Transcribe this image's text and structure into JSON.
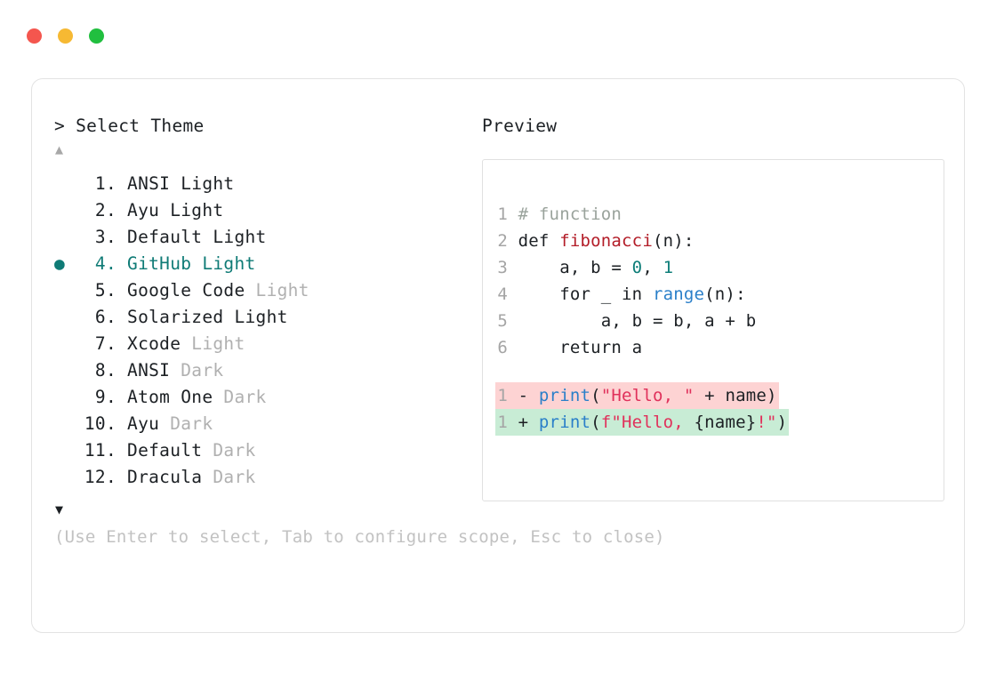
{
  "window": {
    "dots": [
      {
        "name": "close",
        "color": "#f4564e"
      },
      {
        "name": "minimize",
        "color": "#f6b933"
      },
      {
        "name": "maximize",
        "color": "#21bf3f"
      }
    ]
  },
  "accent_color": "#0f7b76",
  "left_panel": {
    "prompt": "> Select Theme",
    "scroll_up_arrow": "▲",
    "scroll_down_arrow": "▼",
    "selected_marker": "●",
    "selected_index": 4,
    "items": [
      {
        "index": " 1.",
        "name": "ANSI",
        "suffix": " Light",
        "suffix_dim": false,
        "selected": false
      },
      {
        "index": " 2.",
        "name": "Ayu",
        "suffix": " Light",
        "suffix_dim": false,
        "selected": false
      },
      {
        "index": " 3.",
        "name": "Default",
        "suffix": " Light",
        "suffix_dim": false,
        "selected": false
      },
      {
        "index": " 4.",
        "name": "GitHub",
        "suffix": " Light",
        "suffix_dim": false,
        "selected": true
      },
      {
        "index": " 5.",
        "name": "Google Code",
        "suffix": " Light",
        "suffix_dim": true,
        "selected": false
      },
      {
        "index": " 6.",
        "name": "Solarized",
        "suffix": " Light",
        "suffix_dim": false,
        "selected": false
      },
      {
        "index": " 7.",
        "name": "Xcode",
        "suffix": " Light",
        "suffix_dim": true,
        "selected": false
      },
      {
        "index": " 8.",
        "name": "ANSI",
        "suffix": " Dark",
        "suffix_dim": true,
        "selected": false
      },
      {
        "index": " 9.",
        "name": "Atom One",
        "suffix": " Dark",
        "suffix_dim": true,
        "selected": false
      },
      {
        "index": "10.",
        "name": "Ayu",
        "suffix": " Dark",
        "suffix_dim": true,
        "selected": false
      },
      {
        "index": "11.",
        "name": "Default",
        "suffix": " Dark",
        "suffix_dim": true,
        "selected": false
      },
      {
        "index": "12.",
        "name": "Dracula",
        "suffix": " Dark",
        "suffix_dim": true,
        "selected": false
      }
    ],
    "hint": "(Use Enter to select, Tab to configure scope, Esc to close)"
  },
  "right_panel": {
    "title": "Preview",
    "code_lines": [
      {
        "num": "1",
        "tokens": [
          {
            "t": "# function",
            "c": "tok-comment"
          }
        ]
      },
      {
        "num": "2",
        "tokens": [
          {
            "t": "def ",
            "c": "tok-kw"
          },
          {
            "t": "fibonacci",
            "c": "tok-fn"
          },
          {
            "t": "(n):",
            "c": "tok-punct"
          }
        ]
      },
      {
        "num": "3",
        "tokens": [
          {
            "t": "    a, b = ",
            "c": "tok-kw"
          },
          {
            "t": "0",
            "c": "tok-num"
          },
          {
            "t": ", ",
            "c": "tok-punct"
          },
          {
            "t": "1",
            "c": "tok-num"
          }
        ]
      },
      {
        "num": "4",
        "tokens": [
          {
            "t": "    for _ in ",
            "c": "tok-kw"
          },
          {
            "t": "range",
            "c": "tok-builtin"
          },
          {
            "t": "(n):",
            "c": "tok-punct"
          }
        ]
      },
      {
        "num": "5",
        "tokens": [
          {
            "t": "        a, b = b, a + b",
            "c": "tok-kw"
          }
        ]
      },
      {
        "num": "6",
        "tokens": [
          {
            "t": "    return a",
            "c": "tok-kw"
          }
        ]
      }
    ],
    "diff_lines": [
      {
        "num": "1",
        "kind": "del",
        "sign": "-",
        "tokens": [
          {
            "t": "print",
            "c": "tok-builtin"
          },
          {
            "t": "(",
            "c": "tok-punct"
          },
          {
            "t": "\"Hello, \"",
            "c": "tok-str"
          },
          {
            "t": " + name)",
            "c": "tok-punct"
          }
        ]
      },
      {
        "num": "1",
        "kind": "add",
        "sign": "+",
        "tokens": [
          {
            "t": "print",
            "c": "tok-builtin"
          },
          {
            "t": "(",
            "c": "tok-punct"
          },
          {
            "t": "f\"Hello, ",
            "c": "tok-str"
          },
          {
            "t": "{name}",
            "c": "tok-punct"
          },
          {
            "t": "!\"",
            "c": "tok-str"
          },
          {
            "t": ")",
            "c": "tok-punct"
          }
        ]
      }
    ]
  }
}
